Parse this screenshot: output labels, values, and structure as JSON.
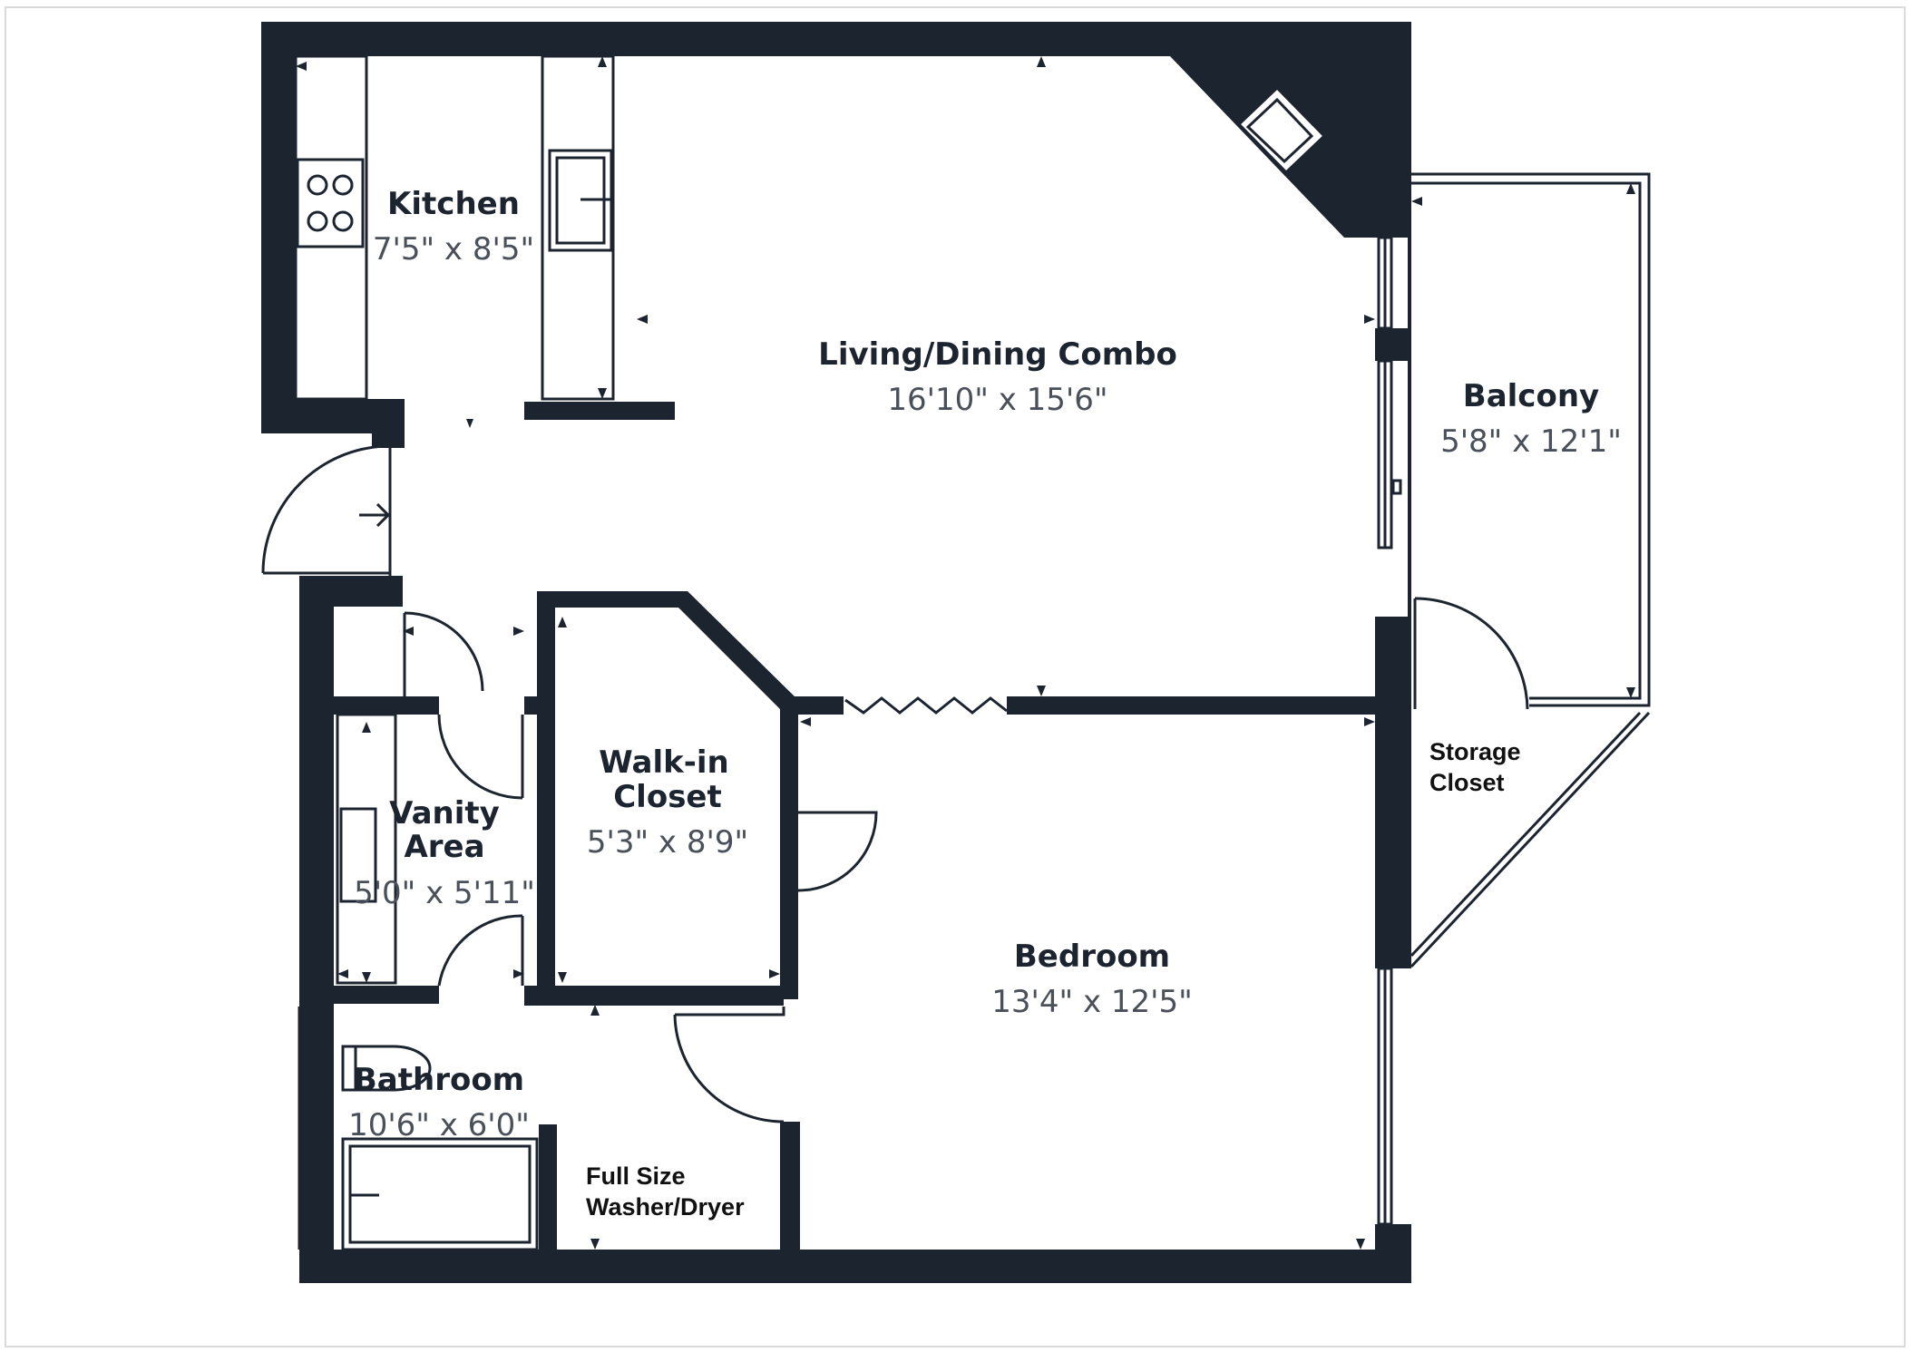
{
  "rooms": {
    "kitchen": {
      "name": "Kitchen",
      "dims": "7'5\" x 8'5\""
    },
    "living": {
      "name": "Living/Dining Combo",
      "dims": "16'10\" x 15'6\""
    },
    "balcony": {
      "name": "Balcony",
      "dims": "5'8\" x 12'1\""
    },
    "walkin": {
      "name_line1": "Walk-in",
      "name_line2": "Closet",
      "dims": "5'3\" x 8'9\""
    },
    "vanity": {
      "name_line1": "Vanity",
      "name_line2": "Area",
      "dims": "5'0\" x 5'11\""
    },
    "bedroom": {
      "name": "Bedroom",
      "dims": "13'4\" x 12'5\""
    },
    "bathroom": {
      "name": "Bathroom",
      "dims": "10'6\" x 6'0\""
    }
  },
  "notes": {
    "storage_line1": "Storage",
    "storage_line2": "Closet",
    "washer_line1": "Full Size",
    "washer_line2": "Washer/Dryer"
  },
  "colors": {
    "wall": "#1c2430",
    "background": "#ffffff",
    "dimension_text": "#4a5059"
  },
  "icons": [
    "entry-arrow-icon",
    "stove-burner-icon",
    "sink-icon",
    "fireplace-icon",
    "bathtub-icon",
    "toilet-icon",
    "bifold-door-icon"
  ]
}
